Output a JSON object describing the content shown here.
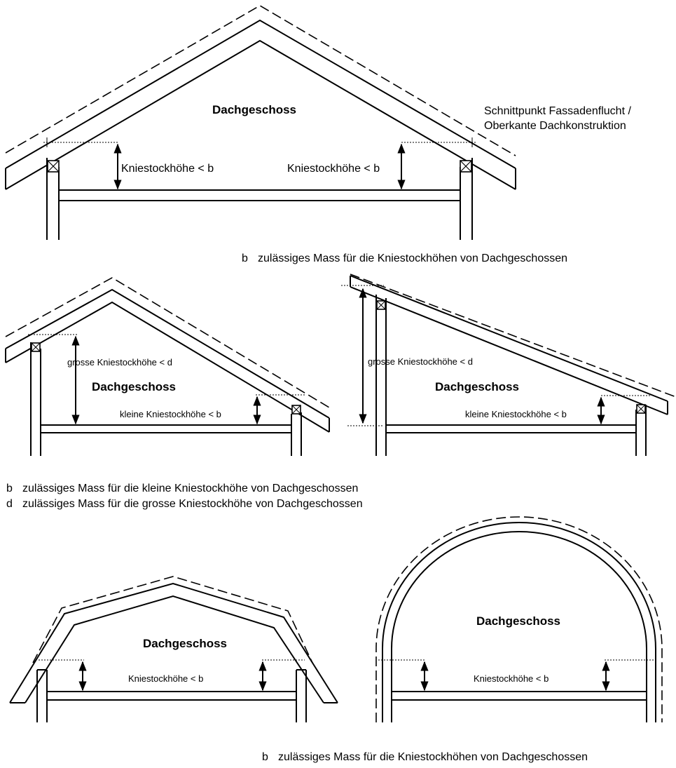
{
  "diagram1": {
    "room_label": "Dachgeschoss",
    "label_left": "Kniestockhöhe < b",
    "label_right": "Kniestockhöhe < b",
    "callout_line1": "Schnittpunkt Fassadenflucht /",
    "callout_line2": "Oberkante Dachkonstruktion",
    "legend_key": "b",
    "legend_text": "zulässiges Mass für die Kniestockhöhen von Dachgeschossen"
  },
  "diagram2": {
    "left": {
      "room_label": "Dachgeschoss",
      "big_label": "grosse Kniestockhöhe < d",
      "small_label": "kleine Kniestockhöhe < b"
    },
    "right": {
      "room_label": "Dachgeschoss",
      "big_label": "grosse Kniestockhöhe < d",
      "small_label": "kleine Kniestockhöhe < b"
    },
    "legend": [
      {
        "key": "b",
        "text": "zulässiges Mass für die kleine Kniestockhöhe von Dachgeschossen"
      },
      {
        "key": "d",
        "text": "zulässiges Mass für die grosse Kniestockhöhe von Dachgeschossen"
      }
    ]
  },
  "diagram3": {
    "left": {
      "room_label": "Dachgeschoss",
      "label": "Kniestockhöhe < b"
    },
    "right": {
      "room_label": "Dachgeschoss",
      "label": "Kniestockhöhe < b"
    },
    "legend_key": "b",
    "legend_text": "zulässiges Mass für die Kniestockhöhen von Dachgeschossen"
  }
}
